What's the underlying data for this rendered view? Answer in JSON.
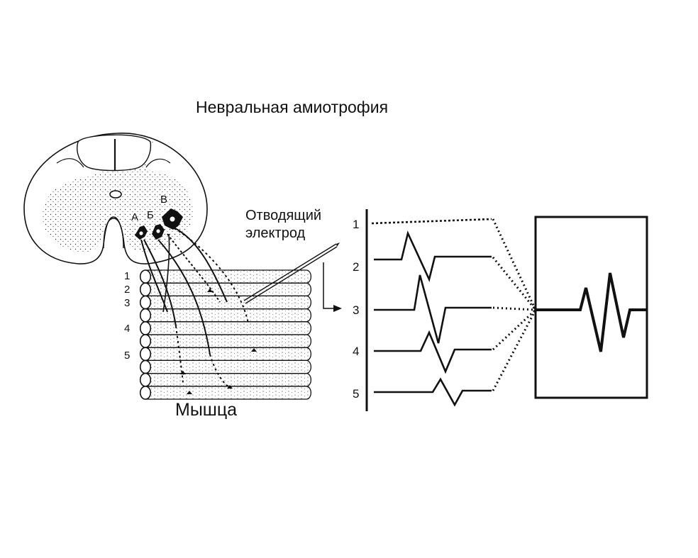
{
  "title": "Невральная амиотрофия",
  "neurons": {
    "a": "А",
    "b": "Б",
    "v": "В"
  },
  "electrode_label": {
    "line1": "Отводящий",
    "line2": "электрод"
  },
  "muscle_label": "Мышца",
  "fiber_numbers": [
    "1",
    "2",
    "3",
    "4",
    "5"
  ],
  "trace_numbers": [
    "1",
    "2",
    "3",
    "4",
    "5"
  ],
  "colors": {
    "ink": "#111111",
    "background": "#ffffff"
  }
}
